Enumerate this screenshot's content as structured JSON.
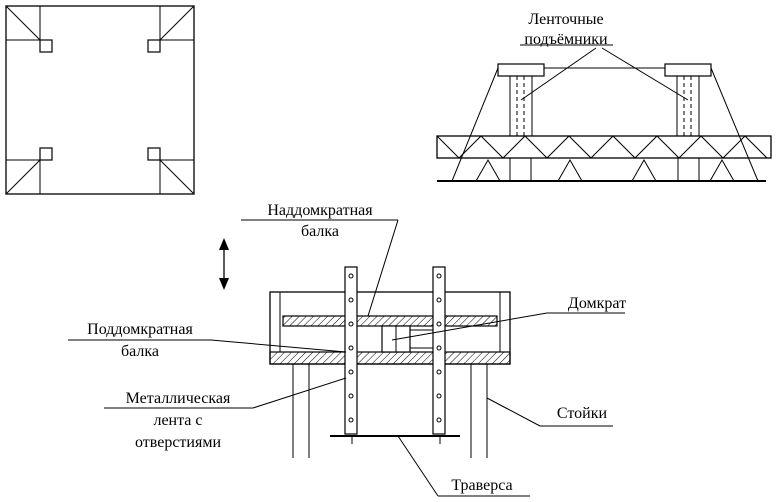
{
  "labels": {
    "lifts_line1": "Ленточные",
    "lifts_line2": "подъёмники",
    "upper_beam_line1": "Наддомкратная",
    "upper_beam_line2": "балка",
    "jack": "Домкрат",
    "lower_beam_line1": "Поддомкратная",
    "lower_beam_line2": "балка",
    "tape_line1": "Металлическая",
    "tape_line2": "лента с",
    "tape_line3": "отверстиями",
    "posts": "Стойки",
    "traverse": "Траверса"
  },
  "icons": {
    "motion": "double-arrow-vertical-icon"
  }
}
